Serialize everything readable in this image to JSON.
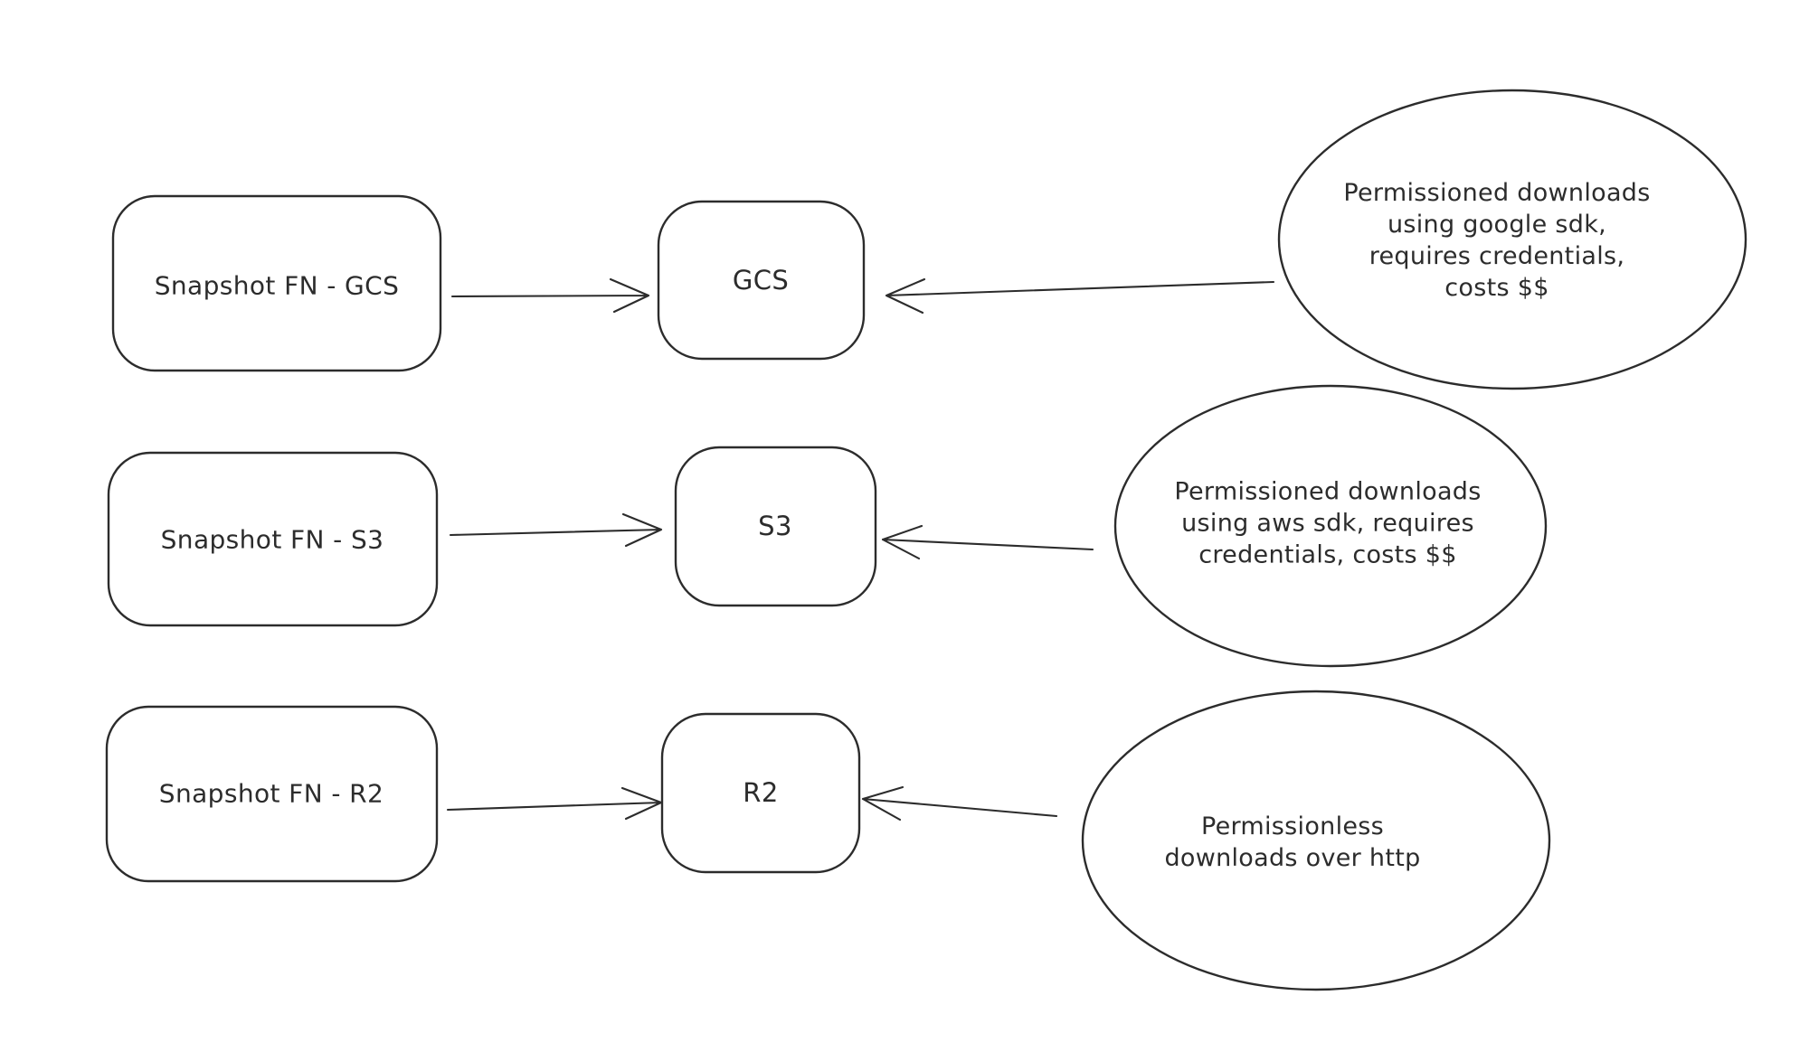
{
  "diagram": {
    "background_color": "#ffffff",
    "ink_color": "#2c2c2c",
    "style": "hand-drawn sketch (whiteboard)",
    "rows": [
      {
        "source": {
          "label": "Snapshot FN - GCS"
        },
        "target": {
          "label": "GCS"
        },
        "note": {
          "lines": [
            "Permissioned downloads",
            "using google sdk,",
            "requires credentials,",
            "costs $$"
          ]
        },
        "edges": [
          {
            "from": "Snapshot FN - GCS",
            "to": "GCS",
            "direction": "right"
          },
          {
            "from": "note",
            "to": "GCS",
            "direction": "left"
          }
        ]
      },
      {
        "source": {
          "label": "Snapshot FN - S3"
        },
        "target": {
          "label": "S3"
        },
        "note": {
          "lines": [
            "Permissioned downloads",
            "using aws sdk, requires",
            "credentials, costs $$"
          ]
        },
        "edges": [
          {
            "from": "Snapshot FN - S3",
            "to": "S3",
            "direction": "right"
          },
          {
            "from": "note",
            "to": "S3",
            "direction": "left"
          }
        ]
      },
      {
        "source": {
          "label": "Snapshot FN - R2"
        },
        "target": {
          "label": "R2"
        },
        "note": {
          "lines": [
            "Permissionless",
            "downloads over http"
          ]
        },
        "edges": [
          {
            "from": "Snapshot FN - R2",
            "to": "R2",
            "direction": "right"
          },
          {
            "from": "note",
            "to": "R2",
            "direction": "left"
          }
        ]
      }
    ]
  }
}
